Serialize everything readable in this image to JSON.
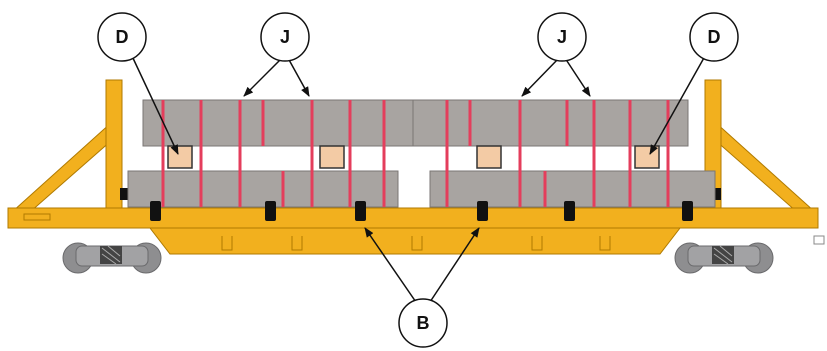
{
  "callouts": {
    "d_left": "D",
    "j_left": "J",
    "j_right": "J",
    "d_right": "D",
    "b_bottom": "B"
  },
  "colors": {
    "car_body": "#F2B01E",
    "car_outline": "#B07A00",
    "lumber": "#A8A4A1",
    "lumber_outline": "#7A7674",
    "band": "#E43E5C",
    "spacer": "#F3CBA5",
    "bearer": "#111111",
    "wheel": "#8E8E90"
  },
  "icons": [
    "railcar-icon",
    "wheel-icon",
    "lumber-bundle-icon",
    "steel-band-icon",
    "spacer-block-icon",
    "bearer-block-icon"
  ]
}
